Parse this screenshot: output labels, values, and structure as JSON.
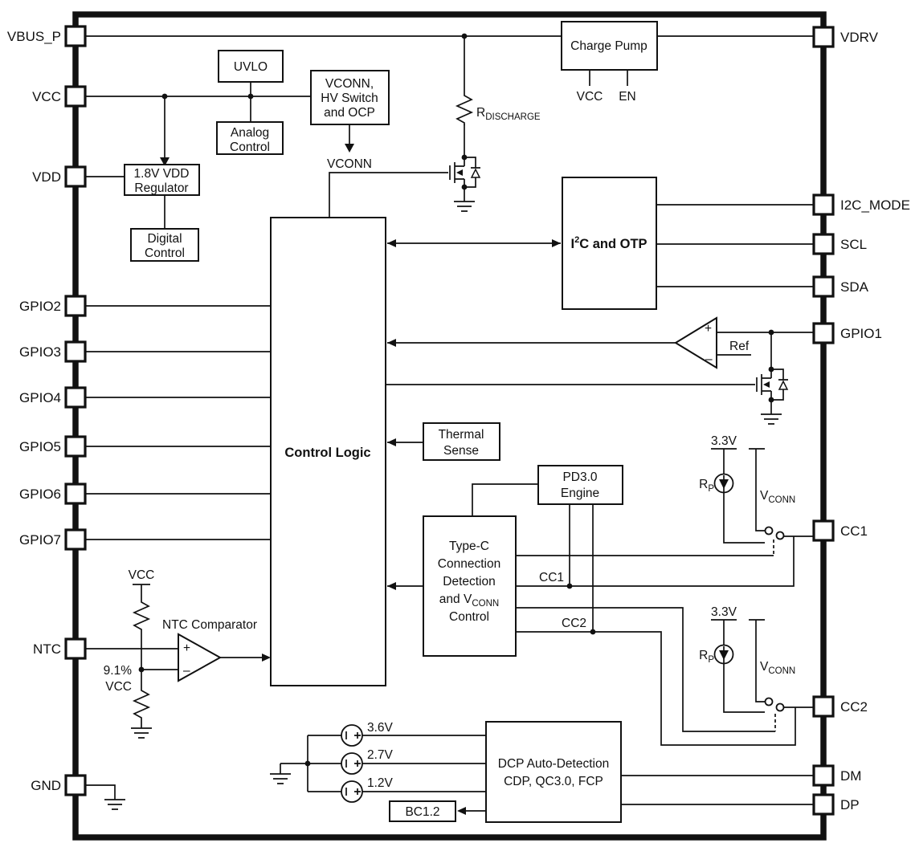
{
  "pins": {
    "left": [
      "VBUS_P",
      "VCC",
      "VDD",
      "GPIO2",
      "GPIO3",
      "GPIO4",
      "GPIO5",
      "GPIO6",
      "GPIO7",
      "NTC",
      "GND"
    ],
    "right": [
      "VDRV",
      "I2C_MODE",
      "SCL",
      "SDA",
      "GPIO1",
      "CC1",
      "CC2",
      "DM",
      "DP"
    ]
  },
  "blocks": {
    "uvlo": "UVLO",
    "analog_control": [
      "Analog",
      "Control"
    ],
    "vconn_hv": [
      "VCONN,",
      "HV Switch",
      "and OCP"
    ],
    "vdd_reg": [
      "1.8V VDD",
      "Regulator"
    ],
    "digital_control": [
      "Digital",
      "Control"
    ],
    "charge_pump": "Charge Pump",
    "i2c_otp": {
      "pre": "I",
      "sup": "2",
      "post": "C and OTP"
    },
    "control_logic": "Control Logic",
    "thermal_sense": [
      "Thermal",
      "Sense"
    ],
    "pd3": [
      "PD3.0",
      "Engine"
    ],
    "type_c": {
      "l1": "Type-C",
      "l2": "Connection",
      "l3": "Detection",
      "l4a": "and V",
      "l4sub": "CONN",
      "l5": "Control"
    },
    "dcp": [
      "DCP Auto-Detection",
      "CDP, QC3.0, FCP"
    ],
    "bc12": "BC1.2"
  },
  "labels": {
    "ntc_comparator": "NTC Comparator",
    "vcc": "VCC",
    "en": "EN",
    "vconn_out": "VCONN",
    "rdis_main": "R",
    "rdis_sub": "DISCHARGE",
    "ref": "Ref",
    "v33": "3.3V",
    "rp_main": "R",
    "rp_sub": "P",
    "vconn_main": "V",
    "vconn_sub": "CONN",
    "cc1_net": "CC1",
    "cc2_net": "CC2",
    "v36": "3.6V",
    "v27": "2.7V",
    "v12": "1.2V",
    "ratio": "9.1%",
    "plus": "+",
    "minus": "–"
  },
  "colors": {
    "ink": "#111111",
    "background": "#ffffff"
  }
}
